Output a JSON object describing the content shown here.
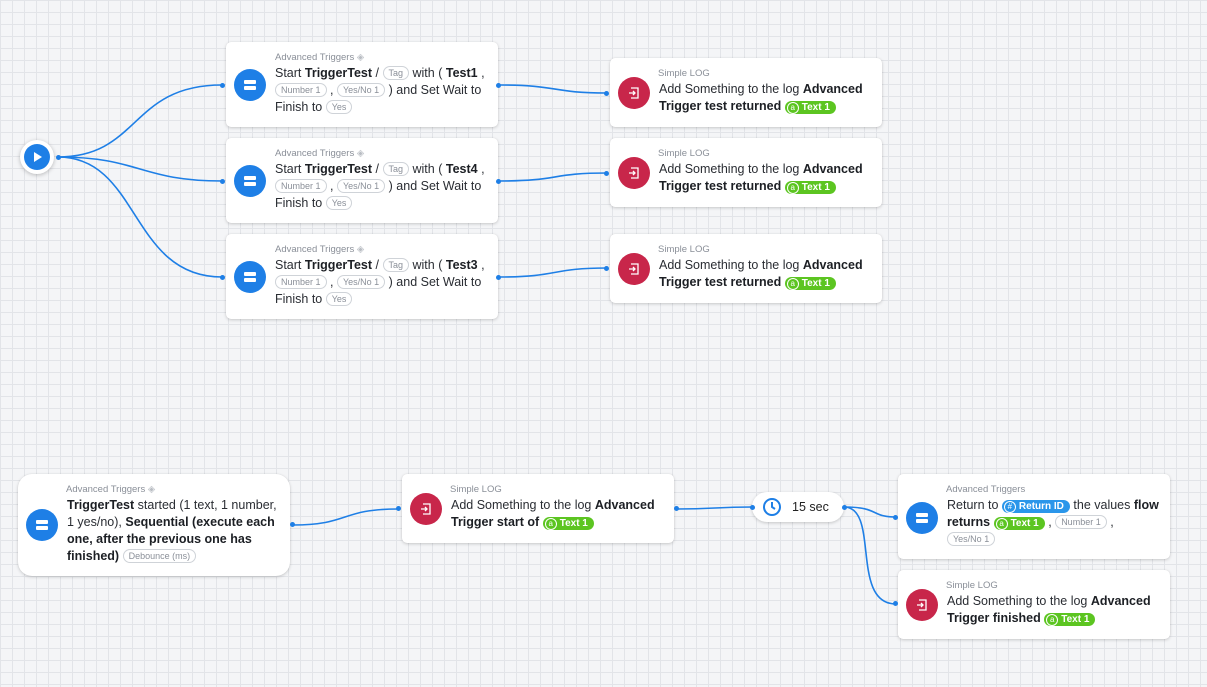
{
  "labels": {
    "advanced_triggers": "Advanced Triggers",
    "simple_log": "Simple LOG"
  },
  "start_tasks": [
    {
      "start": "Start",
      "trigger": "TriggerTest",
      "slash": "/",
      "tag": "Tag",
      "with": "with (",
      "arg": "Test1",
      "comma": ",",
      "number": "Number 1",
      "yesno": "Yes/No 1",
      "and_wait": ") and Set Wait to",
      "finish_to": "Finish to",
      "wait_value": "Yes"
    },
    {
      "start": "Start",
      "trigger": "TriggerTest",
      "slash": "/",
      "tag": "Tag",
      "with": "with (",
      "arg": "Test4",
      "comma": ",",
      "number": "Number 1",
      "yesno": "Yes/No 1",
      "and_wait": ") and Set Wait to",
      "finish_to": "Finish to",
      "wait_value": "Yes"
    },
    {
      "start": "Start",
      "trigger": "TriggerTest",
      "slash": "/",
      "tag": "Tag",
      "with": "with (",
      "arg": "Test3",
      "comma": ",",
      "number": "Number 1",
      "yesno": "Yes/No 1",
      "and_wait": ") and Set Wait to",
      "finish_to": "Finish to",
      "wait_value": "Yes"
    }
  ],
  "log_top": [
    {
      "prefix": "Add Something to the log",
      "bold": "Advanced Trigger test returned",
      "var": "Text 1"
    },
    {
      "prefix": "Add Something to the log",
      "bold": "Advanced Trigger test returned",
      "var": "Text 1"
    },
    {
      "prefix": "Add Something to the log",
      "bold": "Advanced Trigger test returned",
      "var": "Text 1"
    }
  ],
  "trigger": {
    "name": "TriggerTest",
    "started": "started (1 text, 1 number, 1 yes/no),",
    "mode": "Sequential (execute each one, after the previous one has finished)",
    "debounce": "Debounce (ms)"
  },
  "log_start": {
    "prefix": "Add Something to the log",
    "bold": "Advanced Trigger start of",
    "var": "Text 1"
  },
  "delay": {
    "value": "15 sec"
  },
  "return_task": {
    "return_to": "Return to",
    "return_id": "Return ID",
    "the_values": "the values",
    "flow_returns": "flow returns",
    "var": "Text 1",
    "comma": ",",
    "number": "Number 1",
    "yesno": "Yes/No 1"
  },
  "log_finish": {
    "prefix": "Add Something to the log",
    "bold": "Advanced Trigger finished",
    "var": "Text 1"
  },
  "colors": {
    "accent_blue": "#1e7fe6",
    "log_red": "#c8264a",
    "var_green": "#5cc521"
  }
}
